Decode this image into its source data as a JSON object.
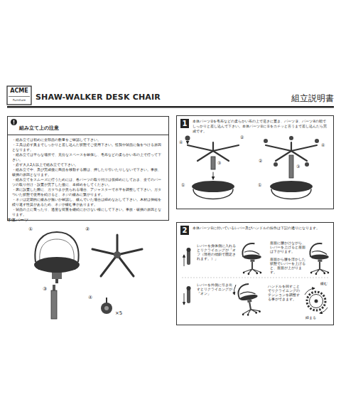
{
  "diagram": {
    "title": "SHAW-WALKER DESK CHAIR",
    "nodes": [
      {
        "text": [
          "組み立て上の注意",
          "・組み立ては初めに全部品の数量をご確認して下さい。",
          "・工具は必ず奥までしっかりと差し込んだ状態でご使用下さい。怪我や製品に傷をつける原因となります。",
          "・組み立ては平らな場所で、充分なスペースを確保し、毛布などの柔らかい布の上で行って下さい。",
          "・必ず大人2人以上で組み立てて下さい。",
          "・組み立て中、及び完成後に商品を移動する際は、押したり引いたりしないで下さい。事故、破損の原因となります。",
          "・組み立てをスムーズに行うためには、各パーツの取り付けは仮締めにしておき、全てのパーツの取り付け・設置が完了した後に、本締めをしてください。",
          "・床に設置した際に、ガタつきが見られる場合、アジャスターで水平を調整して下さい。ガタついた状態で使用を続けると、ネジの緩みに繋がります。",
          "・ネジは定期的に緩みが無いか確認し、緩んでいた場合は締めなおして下さい。木材は伸縮を繰り返す性質があるため、ネジが緩む事があります。",
          "・製品の上に乗ったり、過度な荷重を継続にかけない様にして下さい。事故・破損の原因となります。"
        ]
      },
      {
        "text": [
          "1",
          "本体パーツ②を毛布などの柔らかい布の上で逆さに置き、パーツ③、パーツ④の順でしっかりと差し込んで下さい。本体パーツ②に①をカチッと言うまで差し込んだら完成です。"
        ]
      },
      {
        "text": [
          "2",
          "本体パーツ①に付いているレバー及びハンドルの操作は下記の通りになります。"
        ]
      }
    ],
    "labels": [
      "ACME",
      "Furniture",
      "組立説明書",
      "本体パーツ",
      "①",
      "②",
      "③",
      "④",
      "×5",
      "②",
      "③",
      "④",
      "①",
      "②",
      "③",
      "④",
      "①",
      "レバーを身体側に入れるとリクライニングが「オフ（現在の傾斜で固定されます。）」",
      "座面に腰かけながら、レバーを上げると座面は下がります。",
      "座面から腰を浮かした状態でレバーを上げると、座面が上がります。",
      "レバーを外側に引き出すとリクライニングが「オン」",
      "ハンドルを回すことでリクライニングのテンションを調整する事ができます。",
      "緩む",
      "締まる"
    ]
  }
}
